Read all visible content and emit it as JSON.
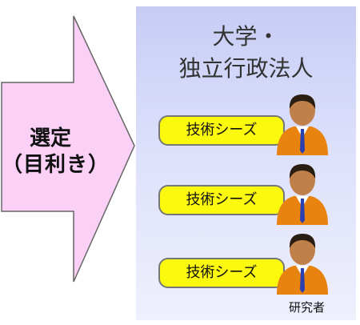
{
  "arrow": {
    "line1": "選定",
    "line2": "（目利き）",
    "fill_color": "#fbd0f6"
  },
  "panel": {
    "title_line1": "大学・",
    "title_line2": "独立行政法人",
    "fill_color": "#d2d6f9"
  },
  "seeds": [
    {
      "label": "技術シーズ"
    },
    {
      "label": "技術シーズ"
    },
    {
      "label": "技術シーズ"
    }
  ],
  "researcher_label": "研究者",
  "colors": {
    "pill": "#fbf90e",
    "suit": "#e9830f",
    "skin": "#c0804a",
    "hair": "#2a1d12",
    "tie": "#2a3fb0"
  },
  "icons": [
    "researcher-person-icon"
  ]
}
